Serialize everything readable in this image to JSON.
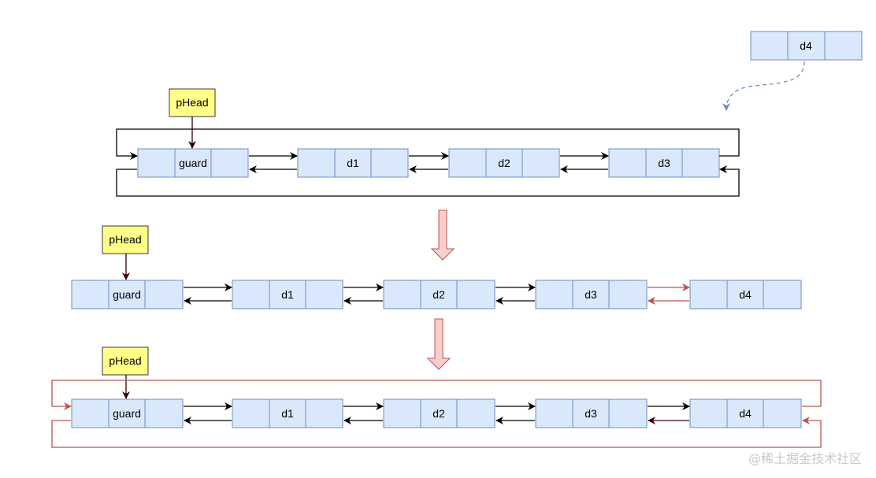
{
  "colors": {
    "node_fill": "#dae8fc",
    "node_stroke": "#6c8ebf",
    "head_fill": "#ffff88",
    "head_stroke": "#36393d",
    "black_line": "#000000",
    "red_line": "#b85450",
    "head_arrow": "#330000",
    "transition_arrow_fill": "#f8cecc",
    "transition_arrow_stroke": "#b85450",
    "dashed_arrow": "#6c8ebf"
  },
  "stage1": {
    "head_label": "pHead",
    "nodes": [
      "guard",
      "d1",
      "d2",
      "d3"
    ],
    "pending_node": "d4"
  },
  "stage2": {
    "head_label": "pHead",
    "nodes": [
      "guard",
      "d1",
      "d2",
      "d3",
      "d4"
    ]
  },
  "stage3": {
    "head_label": "pHead",
    "nodes": [
      "guard",
      "d1",
      "d2",
      "d3",
      "d4"
    ]
  },
  "watermark": "@稀土掘金技术社区"
}
